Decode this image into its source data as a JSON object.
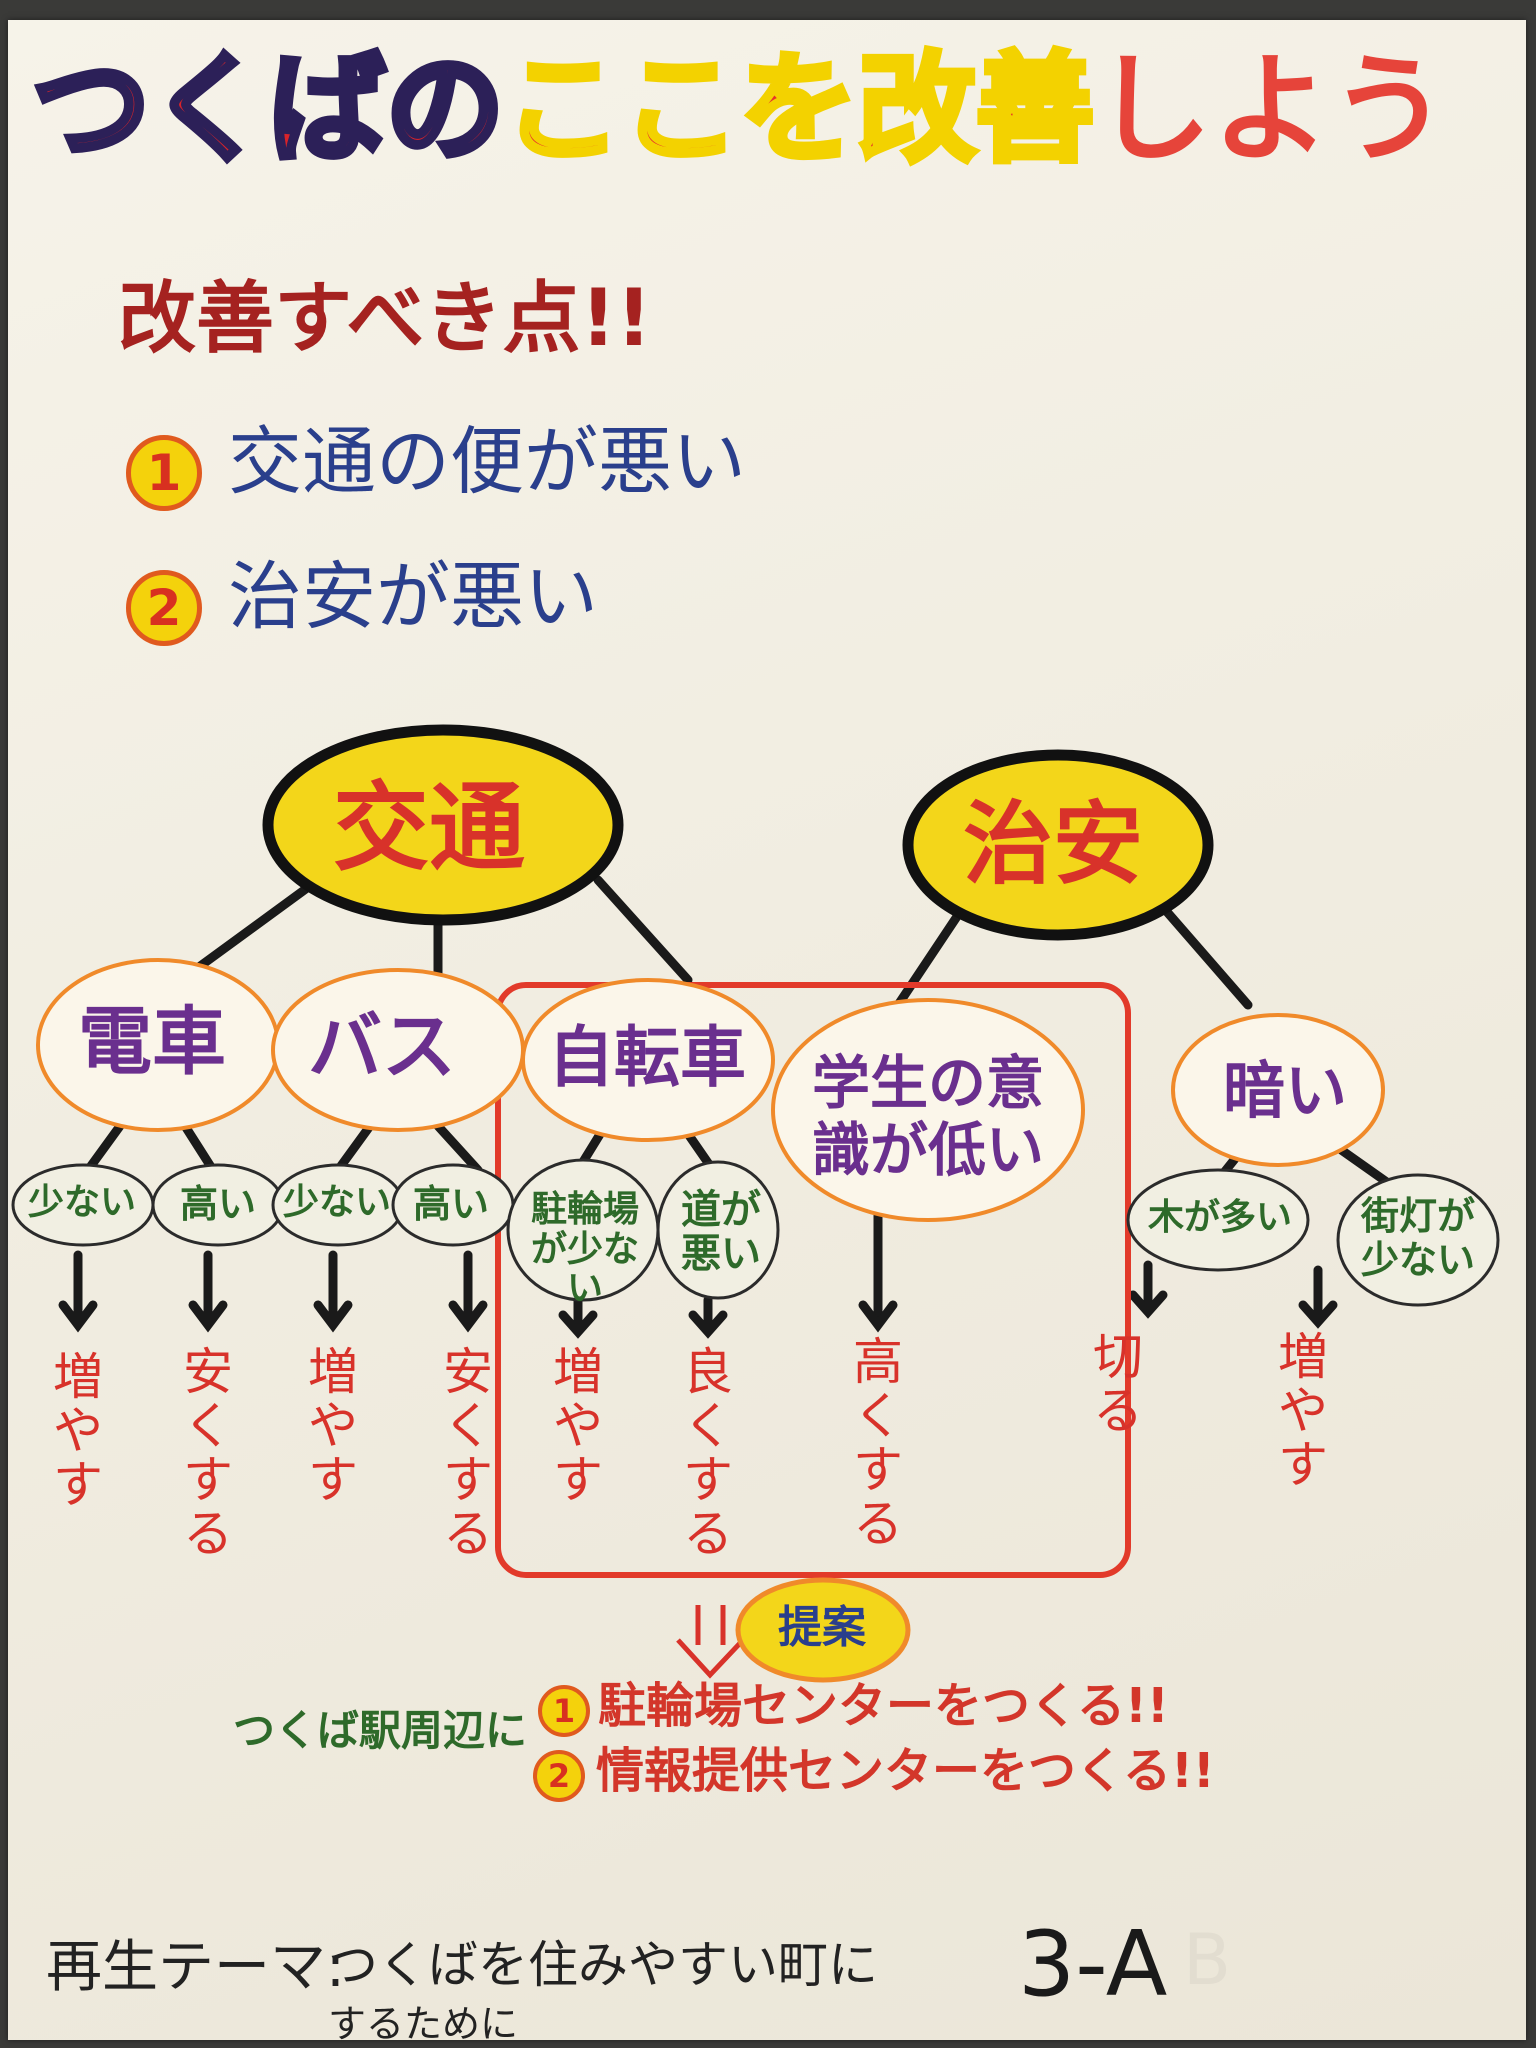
{
  "title": {
    "part1": "つくばの",
    "part2": "ここを",
    "part3": "改善",
    "part4": "しよう"
  },
  "issues": {
    "heading": "改善すべき点!!",
    "items": [
      {
        "number": "1",
        "text": "交通の便が悪い"
      },
      {
        "number": "2",
        "text": "治安が悪い"
      }
    ]
  },
  "diagram": {
    "categories": [
      {
        "label": "交通"
      },
      {
        "label": "治安"
      }
    ],
    "causes": [
      {
        "label": "電車"
      },
      {
        "label": "バス"
      },
      {
        "label": "自転車"
      },
      {
        "label": "学生の意識が低い"
      },
      {
        "label": "暗い"
      }
    ],
    "problems": [
      {
        "label": "少ない"
      },
      {
        "label": "高い"
      },
      {
        "label": "少ない"
      },
      {
        "label": "高い"
      },
      {
        "label": "駐輪場が少ない"
      },
      {
        "label": "道が悪い"
      },
      {
        "label": "木が多い"
      },
      {
        "label": "街灯が少ない"
      }
    ],
    "solutions": [
      {
        "label": "増やす"
      },
      {
        "label": "安くする"
      },
      {
        "label": "増やす"
      },
      {
        "label": "安くする"
      },
      {
        "label": "増やす"
      },
      {
        "label": "良くする"
      },
      {
        "label": "高くする"
      },
      {
        "label": "切る"
      },
      {
        "label": "増やす"
      }
    ]
  },
  "proposal": {
    "badge": "提案",
    "location": "つくば駅周辺に",
    "items": [
      {
        "number": "1",
        "text": "駐輪場センターをつくる!!"
      },
      {
        "number": "2",
        "text": "情報提供センターをつくる!!"
      }
    ]
  },
  "footer": {
    "theme_label": "再生テーマ:",
    "theme_line1": "つくばを住みやすい町に",
    "theme_line2": "するために",
    "class_label": "3-A",
    "class_faint": "B"
  },
  "colors": {
    "paper": "#f3efe4",
    "red": "#d8322a",
    "yellow": "#f4d20c",
    "purple": "#6a2f8e",
    "green": "#2e6a2a",
    "blue": "#2a3f8c"
  }
}
